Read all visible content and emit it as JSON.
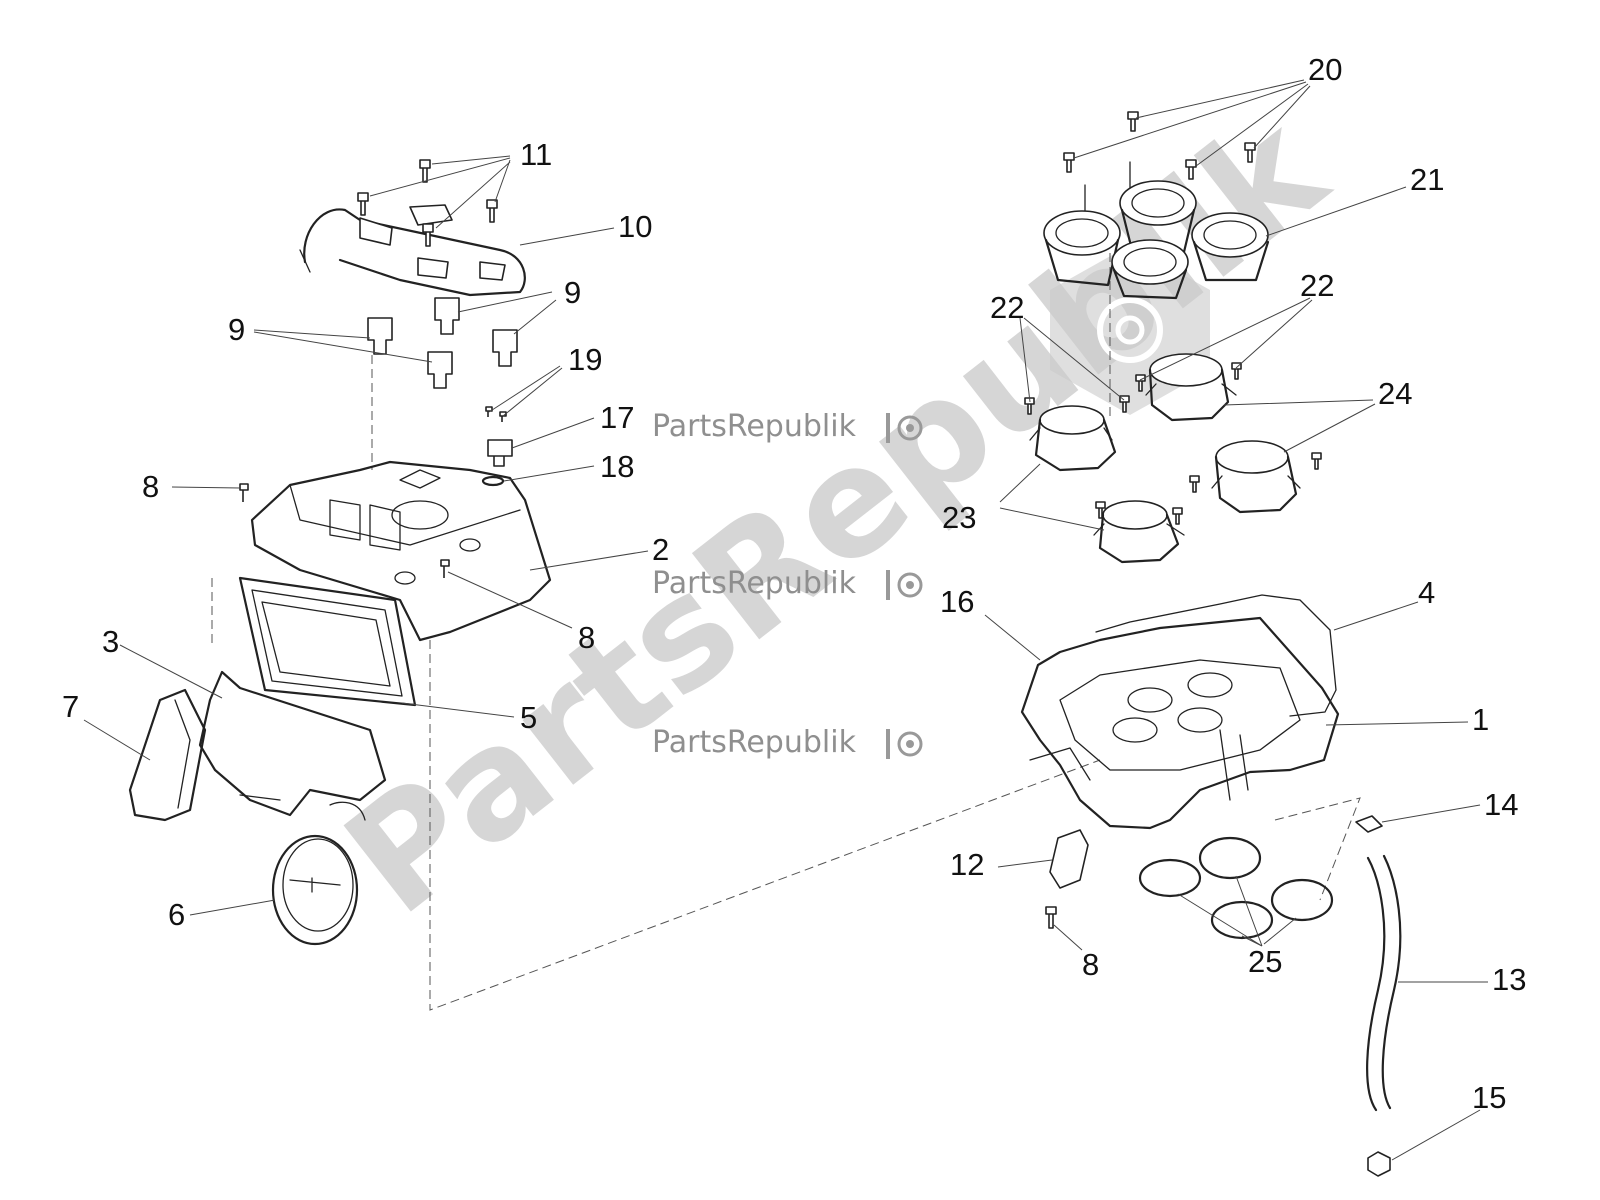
{
  "watermark": {
    "brand": "PartsRepublik",
    "brand_big": "PartsRepublik"
  },
  "callouts": {
    "c1": "1",
    "c2": "2",
    "c3": "3",
    "c4": "4",
    "c5": "5",
    "c6": "6",
    "c7": "7",
    "c8a": "8",
    "c8b": "8",
    "c8c": "8",
    "c9a": "9",
    "c9b": "9",
    "c10": "10",
    "c11": "11",
    "c12": "12",
    "c13": "13",
    "c14": "14",
    "c15": "15",
    "c16": "16",
    "c17": "17",
    "c18": "18",
    "c19": "19",
    "c20": "20",
    "c21": "21",
    "c22a": "22",
    "c22b": "22",
    "c23": "23",
    "c24a": "24",
    "c25": "25"
  }
}
